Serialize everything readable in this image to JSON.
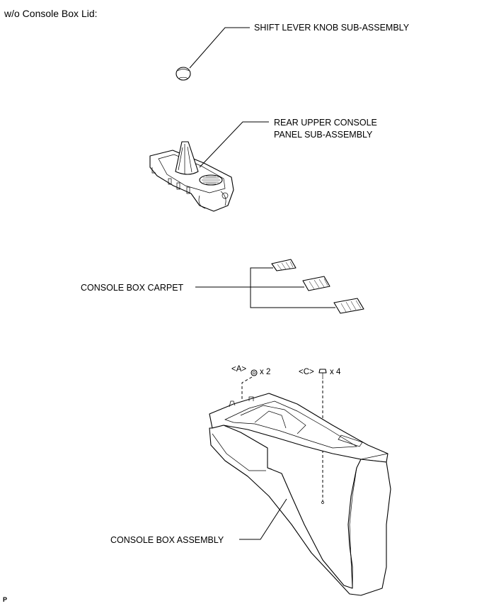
{
  "header": {
    "title": "w/o Console Box Lid:"
  },
  "labels": {
    "shift_knob": "SHIFT LEVER KNOB SUB-ASSEMBLY",
    "rear_panel_line1": "REAR UPPER CONSOLE",
    "rear_panel_line2": "PANEL SUB-ASSEMBLY",
    "carpet": "CONSOLE BOX CARPET",
    "console_box": "CONSOLE BOX ASSEMBLY"
  },
  "fasteners": {
    "a": {
      "code": "<A>",
      "qty": "x 2"
    },
    "c": {
      "code": "<C>",
      "qty": "x 4"
    }
  },
  "footer": {
    "mark": "P"
  }
}
